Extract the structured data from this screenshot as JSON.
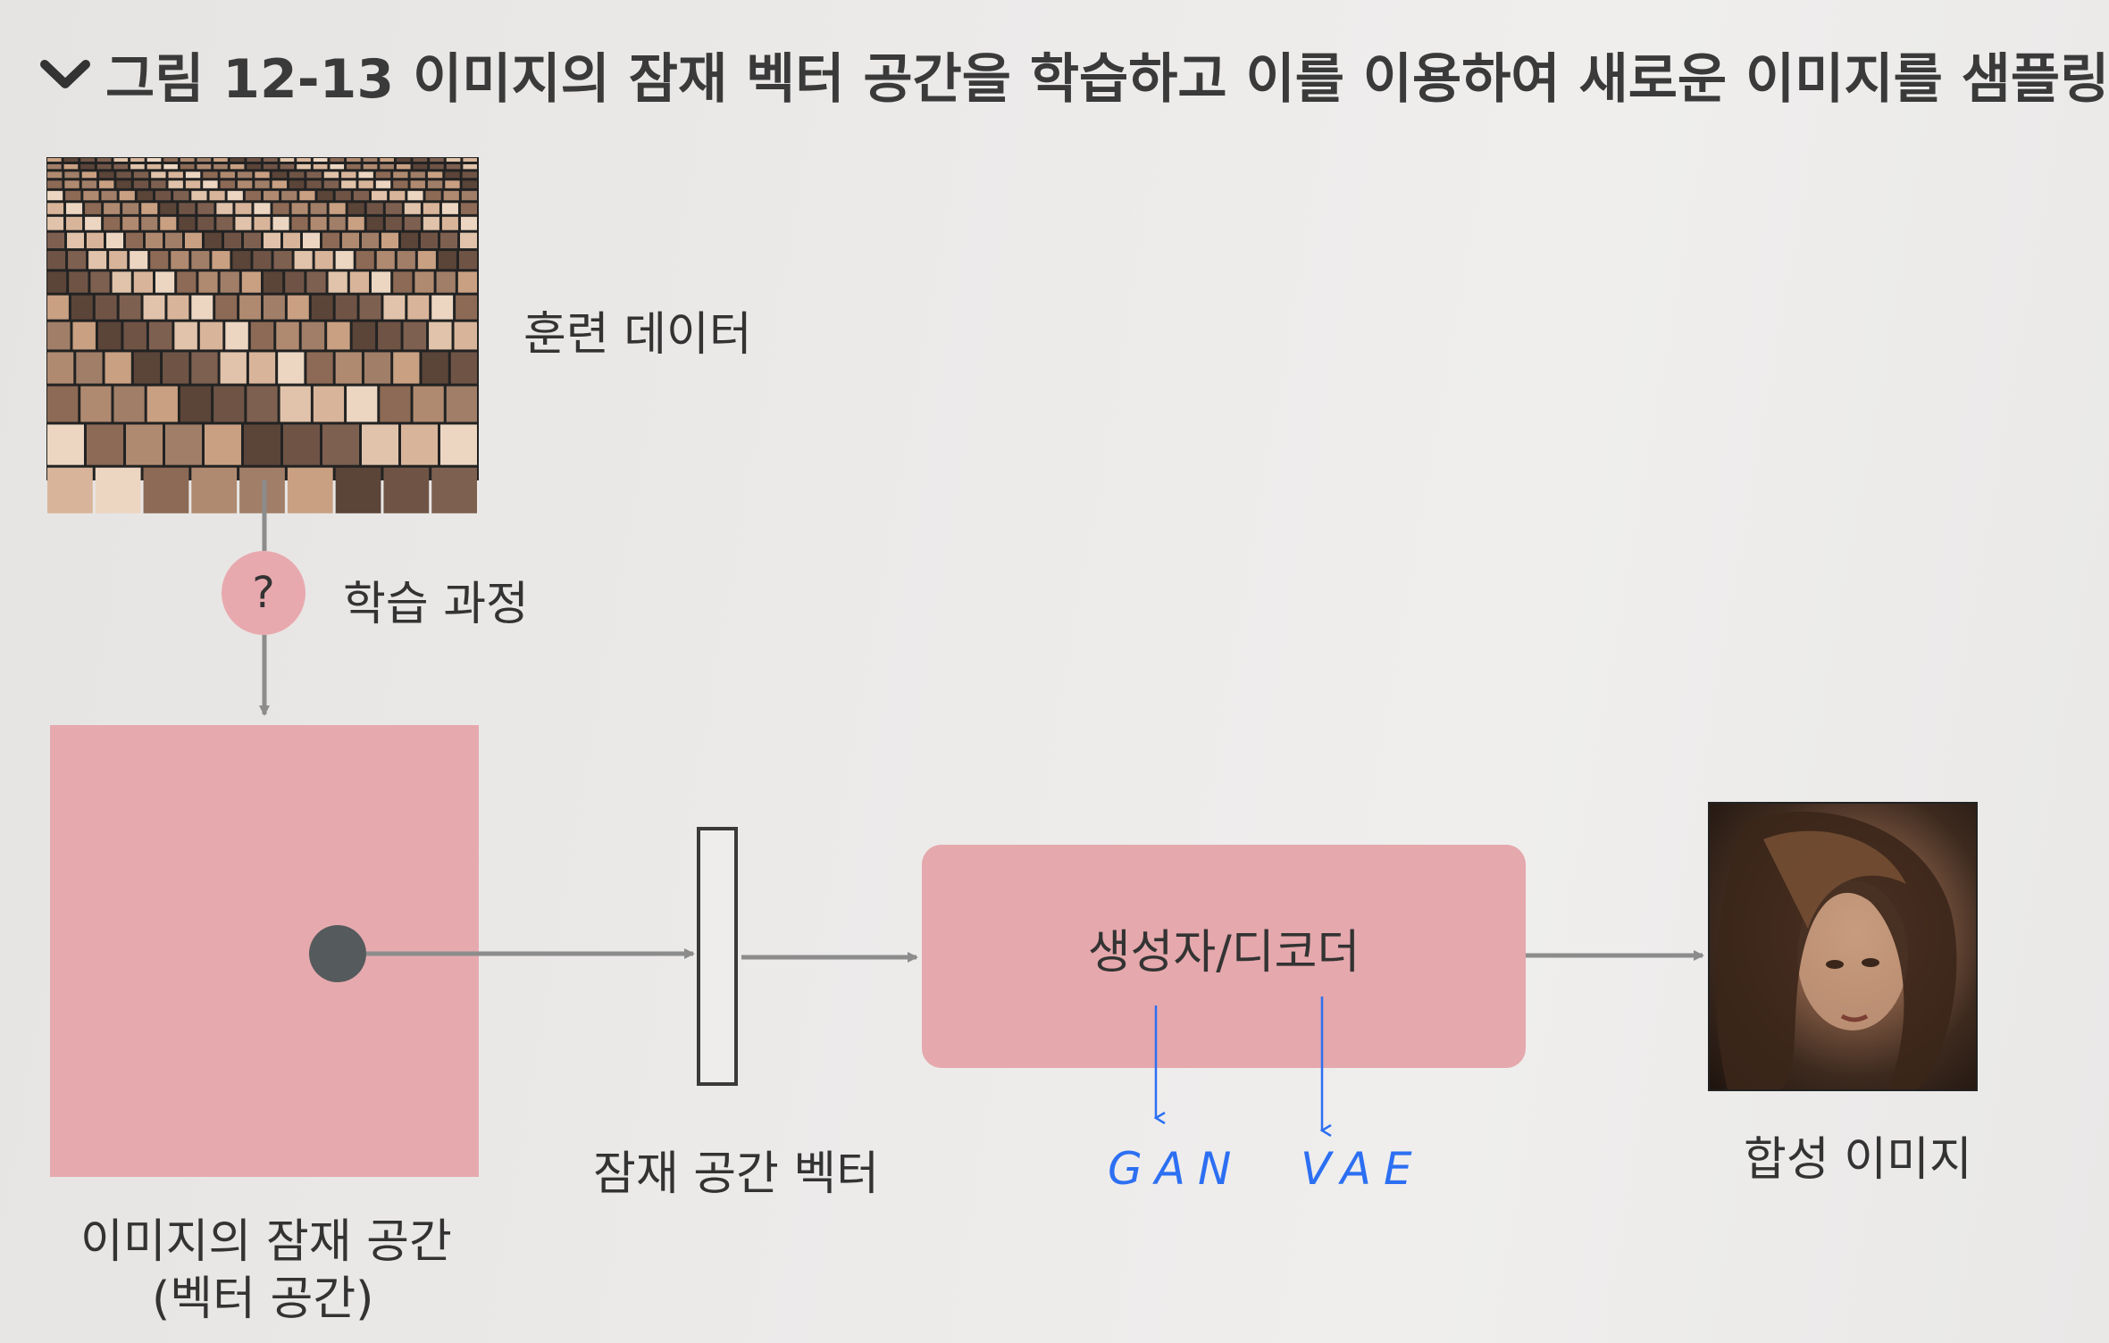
{
  "figure": {
    "caption": "그림 12-13 이미지의 잠재 벡터 공간을 학습하고 이를 이용하여 새로운 이미지를 샘플링"
  },
  "nodes": {
    "training_data": "훈련 데이터",
    "learning_process_symbol": "?",
    "learning_process": "학습 과정",
    "latent_space_line1": "이미지의 잠재 공간",
    "latent_space_line2": "(벡터 공간)",
    "latent_vector": "잠재 공간 벡터",
    "generator_decoder": "생성자/디코더",
    "synthetic_image": "합성 이미지"
  },
  "annotations": {
    "gan": "GAN",
    "vae": "VAE"
  },
  "colors": {
    "pink": "#e6aaae",
    "arrow": "#8c8c8c",
    "handwriting": "#2c6ff2"
  }
}
